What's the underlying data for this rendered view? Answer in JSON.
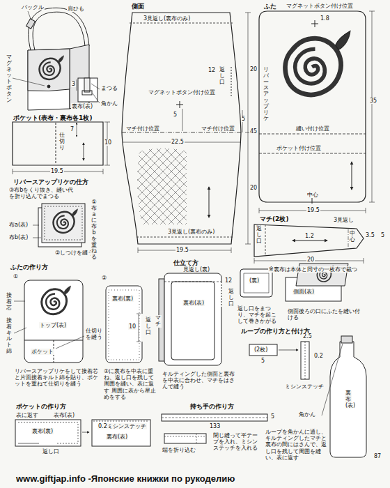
{
  "diagram": {
    "nodes": [
      {
        "text": [
          "ポケット(表布・裏布各1枚)",
          "7",
          "仕切り"
        ]
      },
      {
        "text": [
          "側面",
          "3見返し(裏布のみ)",
          "12",
          "返し口",
          "マグネットボタン付け位置",
          "マチ付け位置",
          "マチ付け位置",
          "3見返し(裏布のみ)"
        ]
      },
      {
        "text": [
          "ふた",
          "マグネットボタン付け位置",
          "リバースアップリケ",
          "縫い付け位置",
          "ポケット付け位置",
          "中心"
        ]
      },
      {
        "text": [
          "マチ(2枚)",
          "返し口",
          "中心"
        ]
      }
    ],
    "labels": [
      "バックル",
      "肩ひも",
      "まつる",
      "角かん",
      "3",
      "裏布(表)",
      "マグネットボタン",
      "19.5",
      "10",
      "20",
      "5",
      "45",
      "20",
      "22.5",
      "19.5",
      "5",
      "1.8",
      "35",
      "19.5",
      "3見返し",
      "1.2",
      "3.5",
      "5",
      "20",
      "※裏布は本体と同寸の一枚布で裁つ",
      "リバースアップリケの仕方",
      "③布bをくり抜き、縫い代を折り込んでまつる",
      "布a(表)",
      "布b(表)",
      "②しつけを縫う",
      "①布aに布bを重ねる",
      "ふたの作り方",
      "①",
      "接着芯",
      "接着キルト綿",
      "トップ(表)",
      "ポケット",
      "仕切りを縫う",
      "リバースアップリケをして接着芯と片面接着キルト綿を貼り、ポケットを重ねて仕切りを縫う",
      "②",
      "裏布(裏)",
      "10",
      "返し口",
      "①に裏布を中表に重ね、返し口を残して周囲を縫い、表に返す 周囲に表から星止めをする",
      "仕立て方",
      "見返し(裏)",
      "12",
      "返し口",
      "裏布(表)",
      "マチ",
      "キルティングした側面と裏布を中表に合わせ、マチをはさんで縫う",
      "(裏)",
      "返し口をまつり、マチを起こして巻きかがる",
      "側面(表)",
      "側面後ろの口にふたを縫い付ける",
      "ループの作り方と付け方",
      "(2枚)",
      "2.5",
      "5",
      "0.2",
      "ミシンステッチ",
      "角かん",
      "裏布(表)",
      "ループを角かんに通し、キルティングしたマチと裏布の間にはさんで、返し口を残して周囲を縫い、表に返す",
      "ポケットの作り方",
      "表に返す",
      "表布(表)",
      "裏布(裏)",
      "返し口",
      "0.2ミシンステッチ",
      "裏布(表)",
      "持ち手の作り方",
      "133",
      "5",
      "端を折り込む",
      "閉じ縫って平テープを入れ、ミシンステッチを入れる",
      "www.giftjap.info -Японские книжки по рукоделию",
      "87"
    ]
  }
}
